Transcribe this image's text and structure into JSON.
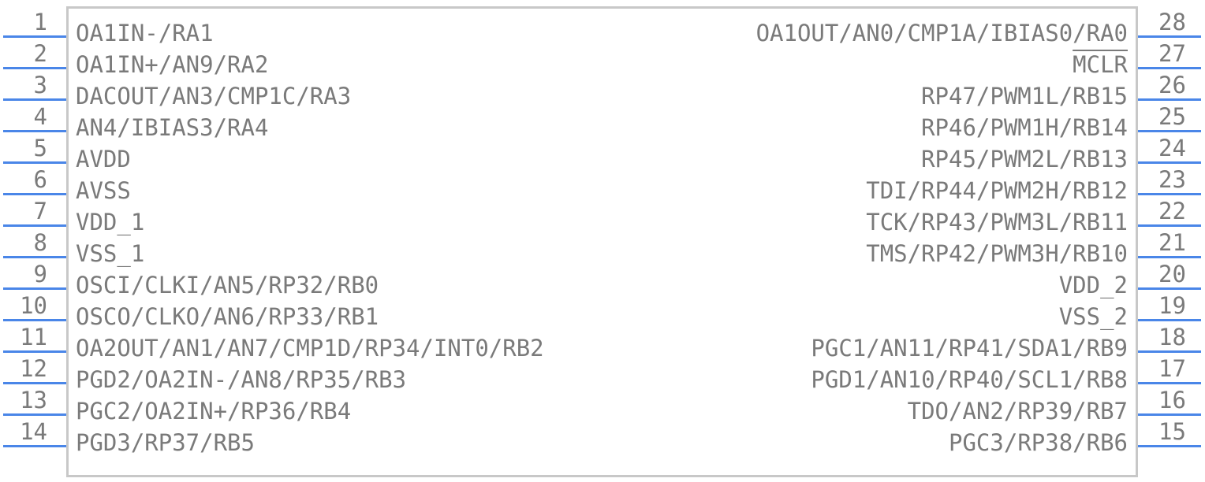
{
  "package": {
    "left_pins": [
      {
        "number": "1",
        "label": "OA1IN-/RA1"
      },
      {
        "number": "2",
        "label": "OA1IN+/AN9/RA2"
      },
      {
        "number": "3",
        "label": "DACOUT/AN3/CMP1C/RA3"
      },
      {
        "number": "4",
        "label": "AN4/IBIAS3/RA4"
      },
      {
        "number": "5",
        "label": "AVDD"
      },
      {
        "number": "6",
        "label": "AVSS"
      },
      {
        "number": "7",
        "label": "VDD_1"
      },
      {
        "number": "8",
        "label": "VSS_1"
      },
      {
        "number": "9",
        "label": "OSCI/CLKI/AN5/RP32/RB0"
      },
      {
        "number": "10",
        "label": "OSCO/CLKO/AN6/RP33/RB1"
      },
      {
        "number": "11",
        "label": "OA2OUT/AN1/AN7/CMP1D/RP34/INT0/RB2"
      },
      {
        "number": "12",
        "label": "PGD2/OA2IN-/AN8/RP35/RB3"
      },
      {
        "number": "13",
        "label": "PGC2/OA2IN+/RP36/RB4"
      },
      {
        "number": "14",
        "label": "PGD3/RP37/RB5"
      }
    ],
    "right_pins": [
      {
        "number": "28",
        "label": "OA1OUT/AN0/CMP1A/IBIAS0/RA0"
      },
      {
        "number": "27",
        "label": "MCLR"
      },
      {
        "number": "26",
        "label": "RP47/PWM1L/RB15"
      },
      {
        "number": "25",
        "label": "RP46/PWM1H/RB14"
      },
      {
        "number": "24",
        "label": "RP45/PWM2L/RB13"
      },
      {
        "number": "23",
        "label": "TDI/RP44/PWM2H/RB12"
      },
      {
        "number": "22",
        "label": "TCK/RP43/PWM3L/RB11"
      },
      {
        "number": "21",
        "label": "TMS/RP42/PWM3H/RB10"
      },
      {
        "number": "20",
        "label": "VDD_2"
      },
      {
        "number": "19",
        "label": "VSS_2"
      },
      {
        "number": "18",
        "label": "PGC1/AN11/RP41/SDA1/RB9"
      },
      {
        "number": "17",
        "label": "PGD1/AN10/RP40/SCL1/RB8"
      },
      {
        "number": "16",
        "label": "TDO/AN2/RP39/RB7"
      },
      {
        "number": "15",
        "label": "PGC3/RP38/RB6"
      }
    ],
    "colors": {
      "pin_line": "#4a86e8",
      "text": "#7a7a7a",
      "body_border": "#c8c8c8"
    }
  }
}
